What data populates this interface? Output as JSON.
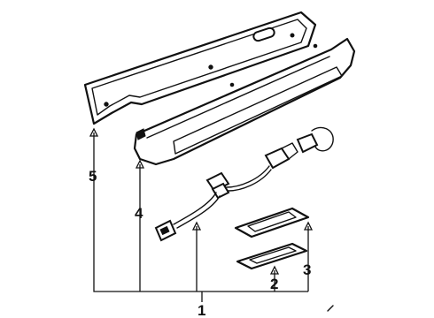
{
  "callouts": {
    "c1": "1",
    "c2": "2",
    "c3": "3",
    "c4": "4",
    "c5": "5"
  },
  "colors": {
    "line": "#111111",
    "background": "#ffffff"
  }
}
